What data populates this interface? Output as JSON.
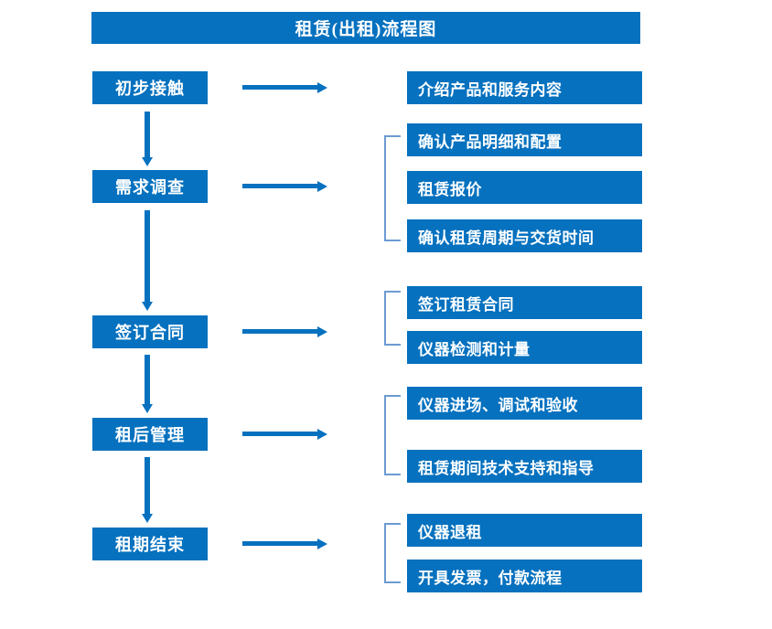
{
  "chart": {
    "title": "租赁(出租)流程图",
    "accent_color": "#0571BF",
    "bracket_color": "#6C9BD2",
    "text_color": "#FFFFFF",
    "background_color": "#FFFFFF"
  },
  "stages": [
    {
      "label": "初步接触"
    },
    {
      "label": "需求调查"
    },
    {
      "label": "签订合同"
    },
    {
      "label": "租后管理"
    },
    {
      "label": "租期结束"
    }
  ],
  "details": [
    {
      "label": "介绍产品和服务内容"
    },
    {
      "label": "确认产品明细和配置"
    },
    {
      "label": "租赁报价"
    },
    {
      "label": "确认租赁周期与交货时间"
    },
    {
      "label": "签订租赁合同"
    },
    {
      "label": "仪器检测和计量"
    },
    {
      "label": "仪器进场、调试和验收"
    },
    {
      "label": "租赁期间技术支持和指导"
    },
    {
      "label": "仪器退租"
    },
    {
      "label": "开具发票，付款流程"
    }
  ]
}
